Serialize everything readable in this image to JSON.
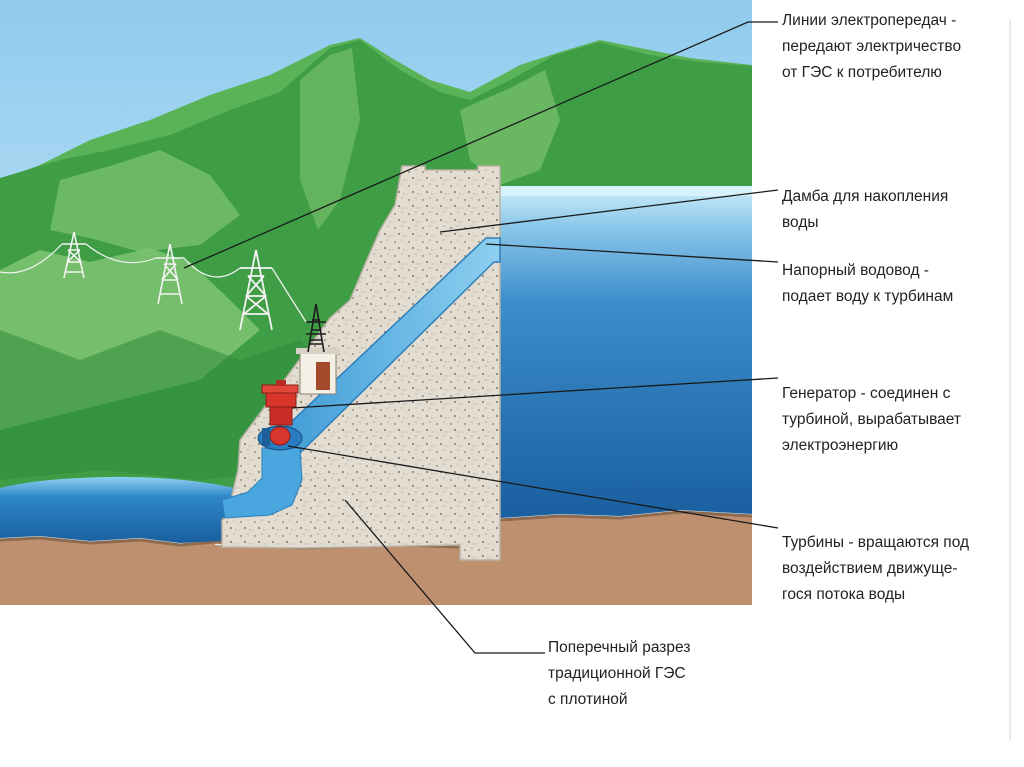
{
  "labels": {
    "power_lines": [
      "Линии электропередач -",
      "передают электричество",
      "от ГЭС к потребителю"
    ],
    "dam": [
      "Дамба для накопления",
      "воды"
    ],
    "penstock": [
      "Напорный водовод -",
      "подает воду к турбинам"
    ],
    "generator": [
      "Генератор - соединен с",
      "турбиной, вырабатывает",
      "электроэнергию"
    ],
    "turbines": [
      "Турбины - вращаются под",
      "воздействием движуще-",
      "гося потока воды"
    ],
    "cross_section": [
      "Поперечный разрез",
      "традиционной ГЭС",
      "с плотиной"
    ]
  },
  "colors": {
    "sky": "#a8d6f0",
    "mountains": "#43a547",
    "mountains_light": "#8fd07c",
    "reservoir": "#1f74b8",
    "reservoir_surface": "#c4e8f8",
    "river": "#2a86c8",
    "ground": "#bd8f6a",
    "dam_concrete": "#e3ddd2",
    "penstock_water": "#5cb6e6",
    "generator": "#d8362c",
    "turbine": "#2a7cc2",
    "leader_line": "#1a1a1a",
    "text": "#222222"
  },
  "icons": [
    "transmission-tower-icon",
    "generator-icon",
    "turbine-icon",
    "powerhouse-icon"
  ]
}
